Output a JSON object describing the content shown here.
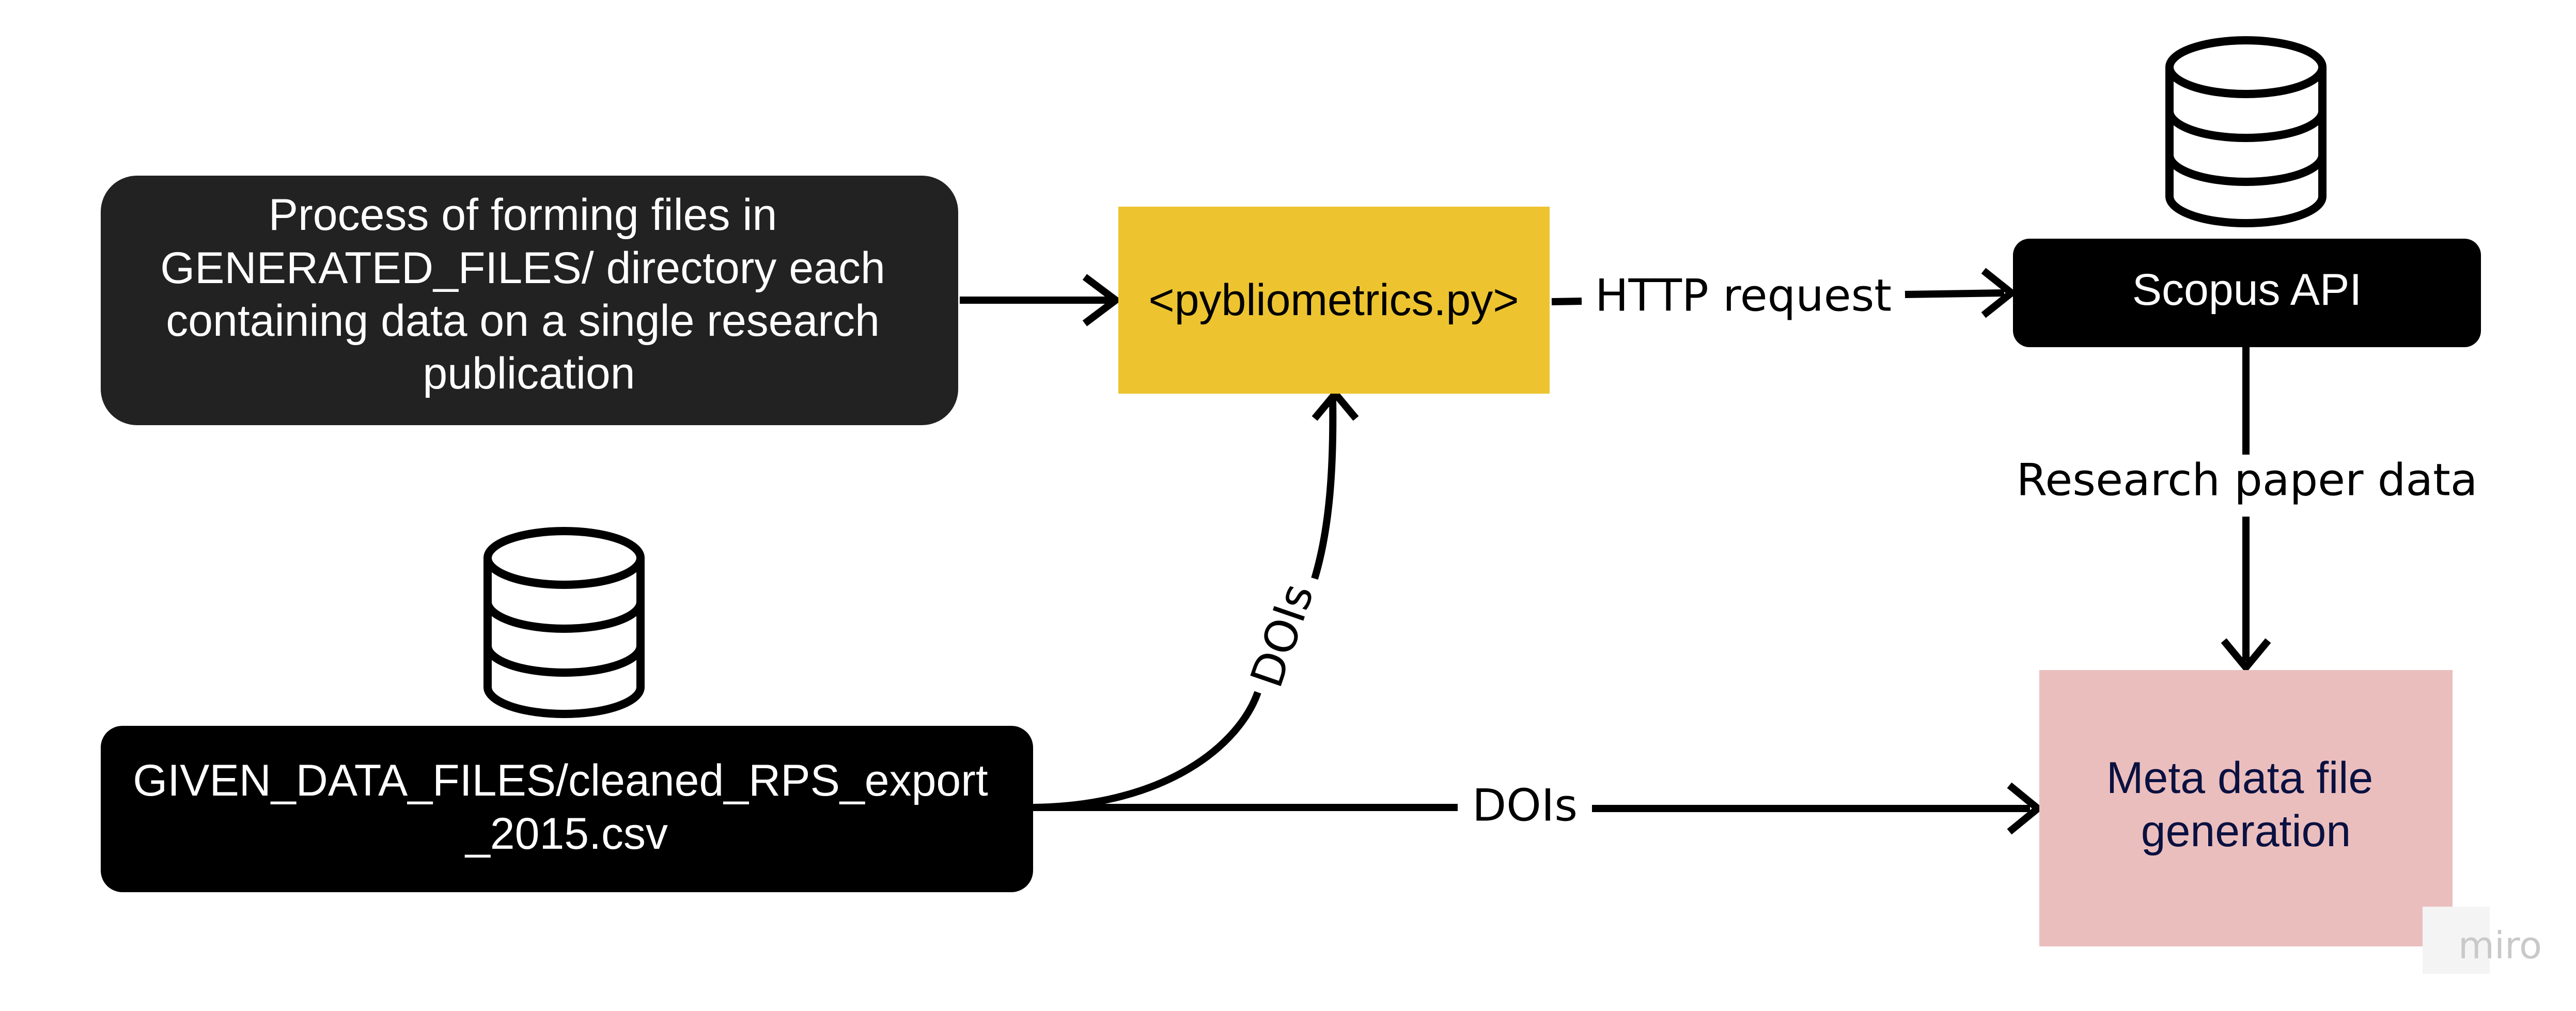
{
  "nodes": {
    "process": {
      "lines": [
        "Process of forming files in",
        "GENERATED_FILES/ directory each",
        "containing data on a single research",
        "publication"
      ],
      "fill": "#222222",
      "text_color": "#ffffff"
    },
    "pybliometrics": {
      "label": "<pybliometrics.py>",
      "fill": "#EDC430",
      "text_color": "#000000"
    },
    "scopus": {
      "label": "Scopus API",
      "fill": "#000000",
      "text_color": "#ffffff"
    },
    "given_data": {
      "lines": [
        "GIVEN_DATA_FILES/cleaned_RPS_export",
        "_2015.csv"
      ],
      "fill": "#000000",
      "text_color": "#ffffff"
    },
    "metadata": {
      "lines": [
        "Meta data file",
        "generation"
      ],
      "fill": "#EBBEBE",
      "text_color": "#0A1140"
    }
  },
  "edges": {
    "http_request": "HTTP request",
    "research_paper_data": "Research paper data",
    "dois_curve": "DOIs",
    "dois_straight": "DOIs"
  },
  "icons": [
    "database-icon",
    "database-icon"
  ],
  "watermark": "miro"
}
